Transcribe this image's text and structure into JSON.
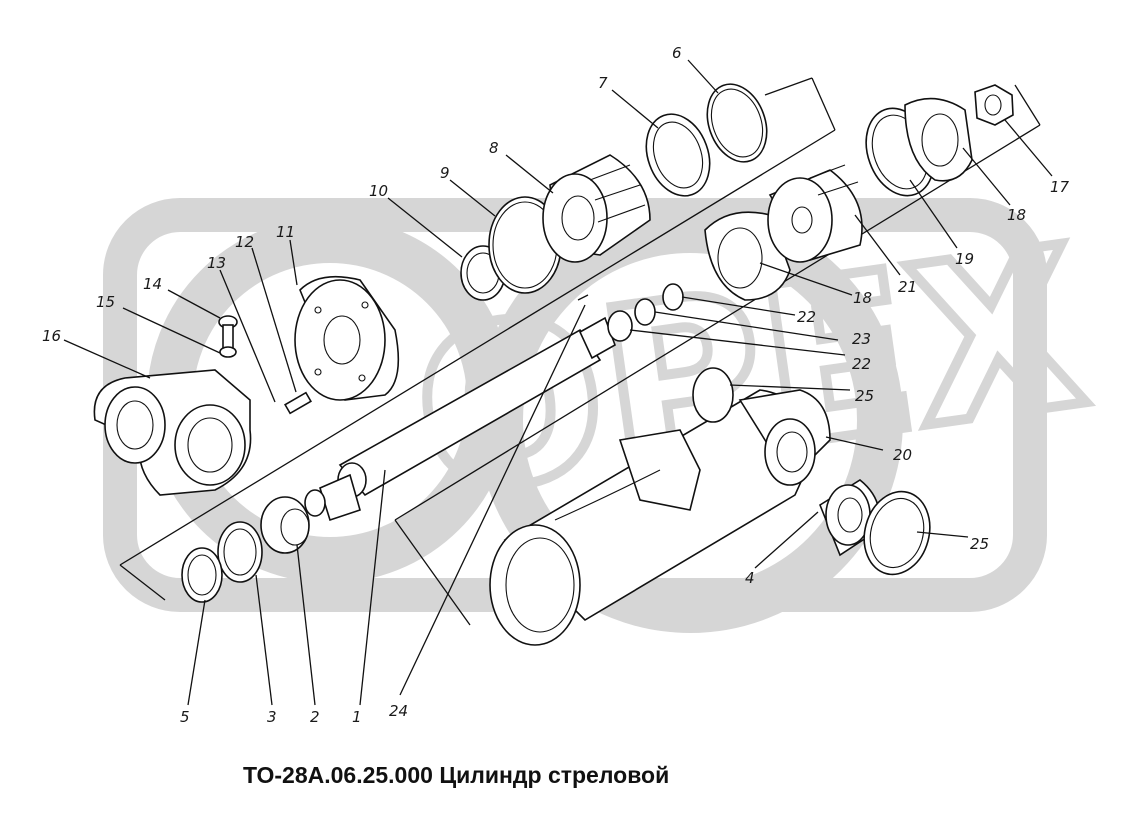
{
  "caption": "ТО-28А.06.25.000 Цилиндр стреловой",
  "watermark": {
    "text": "OPEX",
    "color": "#d6d6d6"
  },
  "callouts": [
    {
      "id": "6",
      "label": "6"
    },
    {
      "id": "7",
      "label": "7"
    },
    {
      "id": "8",
      "label": "8"
    },
    {
      "id": "9",
      "label": "9"
    },
    {
      "id": "10",
      "label": "10"
    },
    {
      "id": "11",
      "label": "11"
    },
    {
      "id": "12",
      "label": "12"
    },
    {
      "id": "13",
      "label": "13"
    },
    {
      "id": "14",
      "label": "14"
    },
    {
      "id": "15",
      "label": "15"
    },
    {
      "id": "16",
      "label": "16"
    },
    {
      "id": "17",
      "label": "17"
    },
    {
      "id": "18a",
      "label": "18"
    },
    {
      "id": "18b",
      "label": "18"
    },
    {
      "id": "19",
      "label": "19"
    },
    {
      "id": "21",
      "label": "21"
    },
    {
      "id": "22a",
      "label": "22"
    },
    {
      "id": "23",
      "label": "23"
    },
    {
      "id": "22b",
      "label": "22"
    },
    {
      "id": "25a",
      "label": "25"
    },
    {
      "id": "20",
      "label": "20"
    },
    {
      "id": "25b",
      "label": "25"
    },
    {
      "id": "4",
      "label": "4"
    },
    {
      "id": "5",
      "label": "5"
    },
    {
      "id": "3",
      "label": "3"
    },
    {
      "id": "2",
      "label": "2"
    },
    {
      "id": "1",
      "label": "1"
    },
    {
      "id": "24",
      "label": "24"
    }
  ]
}
